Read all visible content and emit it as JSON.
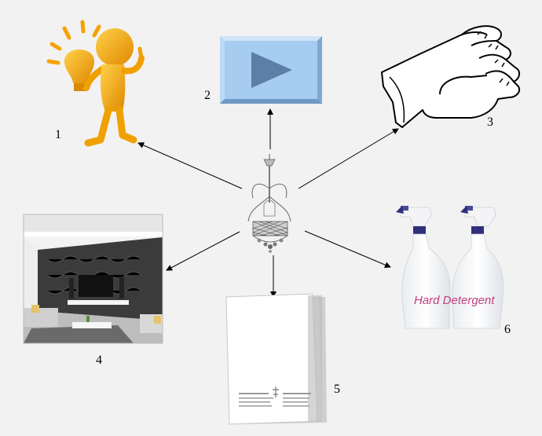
{
  "diagram": {
    "center": {
      "icon": "chandelier-icon"
    },
    "items": [
      {
        "number": "1",
        "icon": "lightbulb-character-icon"
      },
      {
        "number": "2",
        "icon": "play-button-icon"
      },
      {
        "number": "3",
        "icon": "glove-icon"
      },
      {
        "number": "4",
        "icon": "living-room-photo"
      },
      {
        "number": "5",
        "icon": "document-pages-icon"
      },
      {
        "number": "6",
        "icon": "spray-bottles-icon",
        "label": "Hard Detergent"
      }
    ]
  },
  "colors": {
    "background": "#f2f2f2",
    "bulb_orange": "#f5a300",
    "play_bg": "#a6cdf0",
    "play_triangle": "#5b7fa6",
    "label_pink": "#c0407f"
  }
}
